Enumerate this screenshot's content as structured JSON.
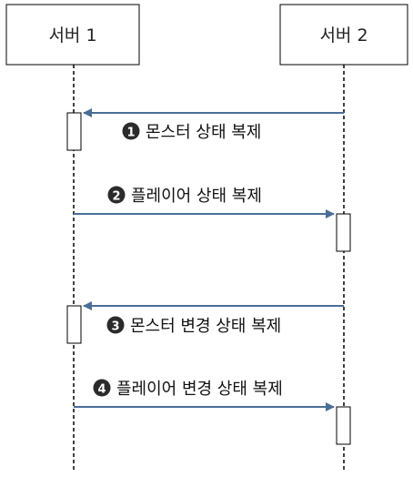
{
  "participants": [
    {
      "id": "server1",
      "label": "서버 1"
    },
    {
      "id": "server2",
      "label": "서버 2"
    }
  ],
  "messages": [
    {
      "num": "1",
      "text": "몬스터 상태 복제",
      "from": "server2",
      "to": "server1"
    },
    {
      "num": "2",
      "text": "플레이어 상태 복제",
      "from": "server1",
      "to": "server2"
    },
    {
      "num": "3",
      "text": "몬스터 변경 상태 복제",
      "from": "server2",
      "to": "server1"
    },
    {
      "num": "4",
      "text": "플레이어 변경 상태 복제",
      "from": "server1",
      "to": "server2"
    }
  ],
  "colors": {
    "arrow": "#4a6e96",
    "badge": "#2b2b2b",
    "lifeline": "#000000",
    "box_border": "#000000"
  }
}
